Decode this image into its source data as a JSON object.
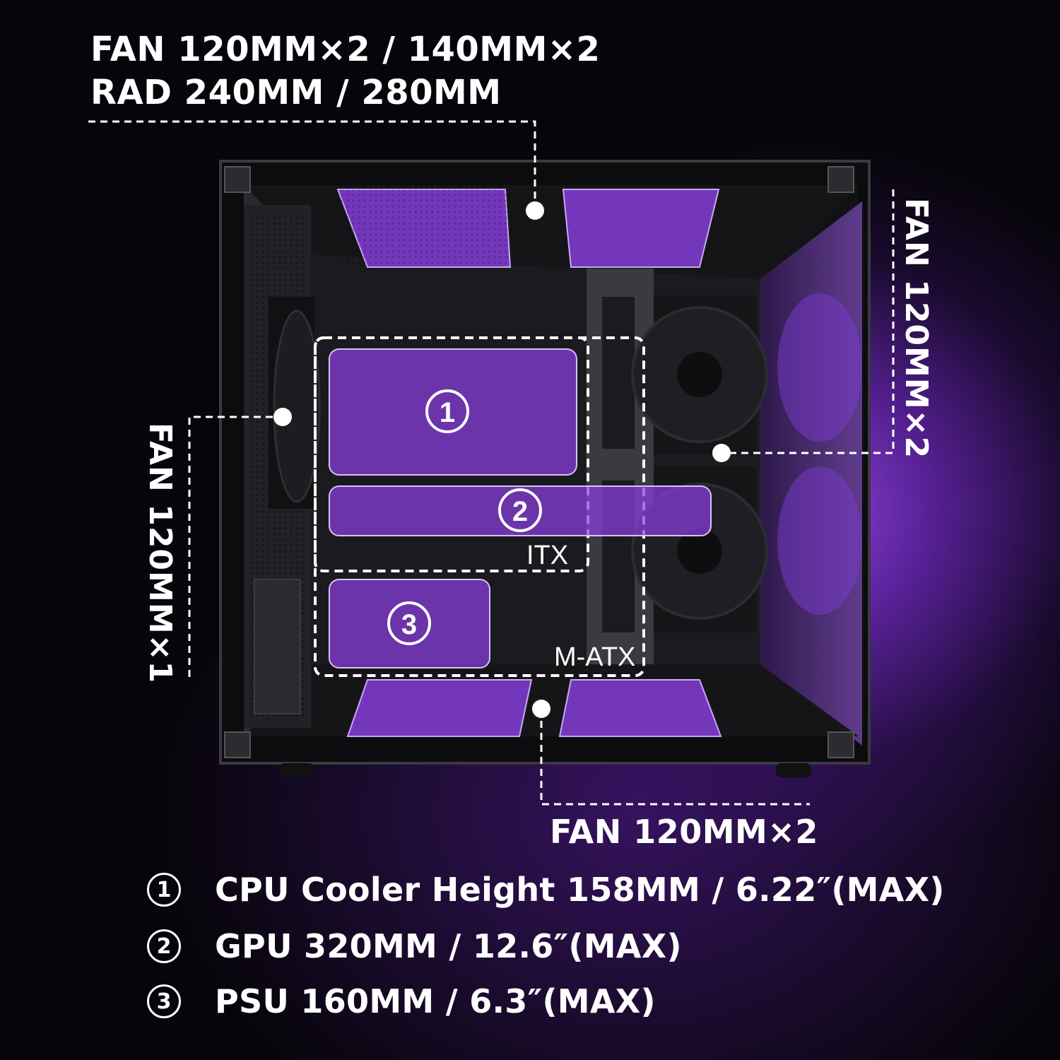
{
  "top_label": {
    "line1": "FAN 120MM×2 / 140MM×2",
    "line2": "RAD 240MM / 280MM"
  },
  "right_label": "FAN 120MM×2",
  "left_label": "FAN 120MM×1",
  "bottom_label": "FAN 120MM×2",
  "board_labels": {
    "itx": "ITX",
    "matx": "M-ATX"
  },
  "zones": [
    {
      "marker": "1"
    },
    {
      "marker": "2"
    },
    {
      "marker": "3"
    }
  ],
  "specs": [
    {
      "marker": "1",
      "text": "CPU Cooler Height 158MM / 6.22″(MAX)"
    },
    {
      "marker": "2",
      "text": "GPU 320MM / 12.6″(MAX)"
    },
    {
      "marker": "3",
      "text": "PSU 160MM / 6.3″(MAX)"
    }
  ],
  "colors": {
    "accent": "#7a2fd6",
    "zone_fill": "#8a3fe0",
    "glow": "#9646e6",
    "background": "#07050b"
  }
}
